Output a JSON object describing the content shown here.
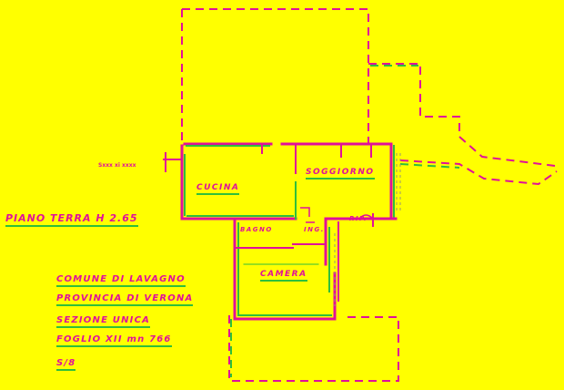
{
  "colors": {
    "background": "#ffff00",
    "ink_magenta": "#e0109a",
    "ink_green": "#2fbf3a",
    "ink_gray": "#9a9a70"
  },
  "labels": {
    "small_note": "Sxxx\nxi xxxx",
    "plan_title": "PIANO TERRA H 2.65",
    "kitchen": "CUCINA",
    "living": "SOGGIORNO",
    "bath": "BAGNO",
    "hall": "ING.",
    "closet": "RIP.",
    "bedroom": "CAMERA"
  },
  "cadastral": {
    "line1": "COMUNE DI LAVAGNO",
    "line2": "PROVINCIA DI VERONA",
    "line3": "SEZIONE UNICA",
    "line4": "FOGLIO XII   mn 766",
    "line5": "S/8"
  }
}
